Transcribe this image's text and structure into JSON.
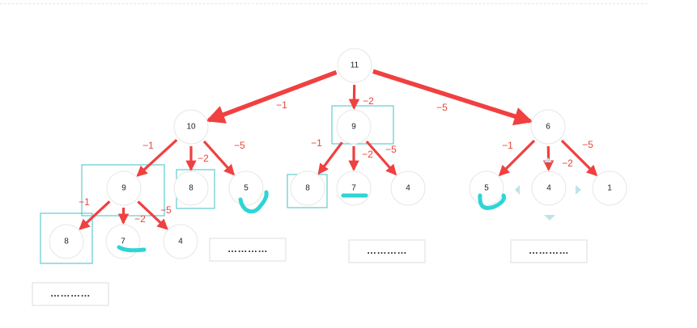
{
  "diagram": {
    "root": "11",
    "nodes": {
      "n11": "11",
      "n10": "10",
      "n9a": "9",
      "n6": "6",
      "n9b": "9",
      "n8a": "8",
      "n5a": "5",
      "n8b": "8",
      "n7b": "7",
      "n4b": "4",
      "n5c": "5",
      "n4c": "4",
      "n1c": "1",
      "n8d": "8",
      "n7d": "7",
      "n4d": "4"
    },
    "edge_labels": {
      "n11-n10": "−1",
      "n11-n9a": "−2",
      "n11-n6": "−5",
      "n10-n9b": "−1",
      "n10-n8a": "−2",
      "n10-n5a": "−5",
      "n9a-n8b": "−1",
      "n9a-n7b": "−2",
      "n9a-n4b": "−5",
      "n6-n5c": "−1",
      "n6-n4c": "−2",
      "n6-n1c": "−5",
      "n9b-n8d": "−1",
      "n9b-n7d": "−2",
      "n9b-n4d": "−5"
    },
    "ellipsis_boxes": [
      "…………",
      "…………",
      "…………",
      "…………"
    ],
    "colors": {
      "arrow": "#f04040",
      "highlight_box": "#3cc3c6",
      "scribble": "#2fd4d6",
      "node_stroke": "#e6e6e6",
      "nav_arrow": "#bfe3ea"
    }
  }
}
